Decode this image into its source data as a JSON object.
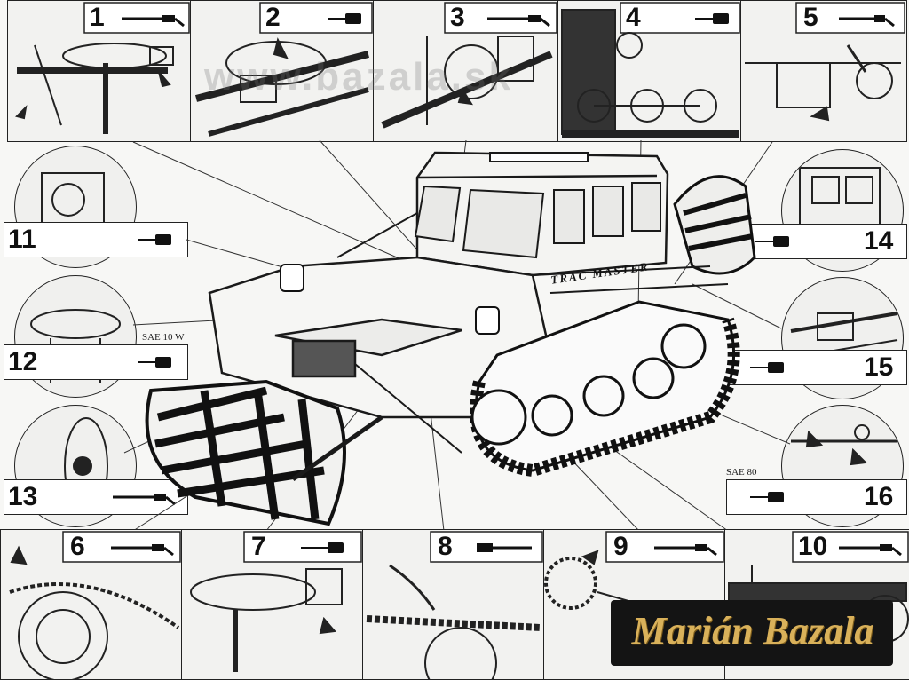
{
  "watermark": "www.bazala.sk",
  "signature": "Marián Bazala",
  "lubricant_labels": {
    "engine_oil": "SAE 10 W",
    "gear_oil": "SAE 80"
  },
  "vehicle_lettering": "TRAC MASTER",
  "steps": [
    {
      "number": "1",
      "tool": "grease-gun-icon"
    },
    {
      "number": "2",
      "tool": "oil-can-icon"
    },
    {
      "number": "3",
      "tool": "grease-gun-icon"
    },
    {
      "number": "4",
      "tool": "oil-can-icon"
    },
    {
      "number": "5",
      "tool": "grease-gun-icon"
    },
    {
      "number": "6",
      "tool": "grease-gun-icon"
    },
    {
      "number": "7",
      "tool": "oil-can-icon"
    },
    {
      "number": "8",
      "tool": "brush-icon"
    },
    {
      "number": "9",
      "tool": "grease-gun-icon"
    },
    {
      "number": "10",
      "tool": "grease-gun-icon"
    },
    {
      "number": "11",
      "tool": "oil-can-icon"
    },
    {
      "number": "12",
      "tool": "oil-can-icon"
    },
    {
      "number": "13",
      "tool": "grease-gun-icon"
    },
    {
      "number": "14",
      "tool": "oil-can-icon"
    },
    {
      "number": "15",
      "tool": "oil-can-icon"
    },
    {
      "number": "16",
      "tool": "oil-can-icon"
    }
  ]
}
